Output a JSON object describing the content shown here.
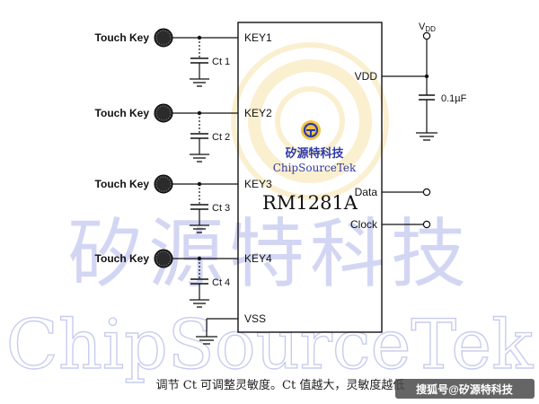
{
  "chip": {
    "part": "RM1281A"
  },
  "touch_keys": [
    {
      "label": "Touch Key",
      "pin": "KEY1",
      "cap": "Ct 1"
    },
    {
      "label": "Touch Key",
      "pin": "KEY2",
      "cap": "Ct 2"
    },
    {
      "label": "Touch Key",
      "pin": "KEY3",
      "cap": "Ct 3"
    },
    {
      "label": "Touch Key",
      "pin": "KEY4",
      "cap": "Ct 4"
    }
  ],
  "right_pins": {
    "vdd": "VDD",
    "data": "Data",
    "clock": "Clock"
  },
  "vss_pin": "VSS",
  "supply": {
    "label_main": "V",
    "label_sub": "DD",
    "cap_value": "0.1µF"
  },
  "watermark": {
    "logo_cn": "矽源特科技",
    "logo_en": "ChipSourceTek",
    "big_cn": "矽源特科技",
    "big_en": "ChipSourceTek"
  },
  "caption": "调节 Ct 可调整灵敏度。Ct 值越大，灵敏度越低",
  "badge": "搜狐号@矽源特科技",
  "colors": {
    "line": "#111111",
    "watermark": "#c9cdf0",
    "logo_ring": "#f2cf7a",
    "logo_blue": "#2e3aa6",
    "badge_bg": "#4a4a4a"
  }
}
